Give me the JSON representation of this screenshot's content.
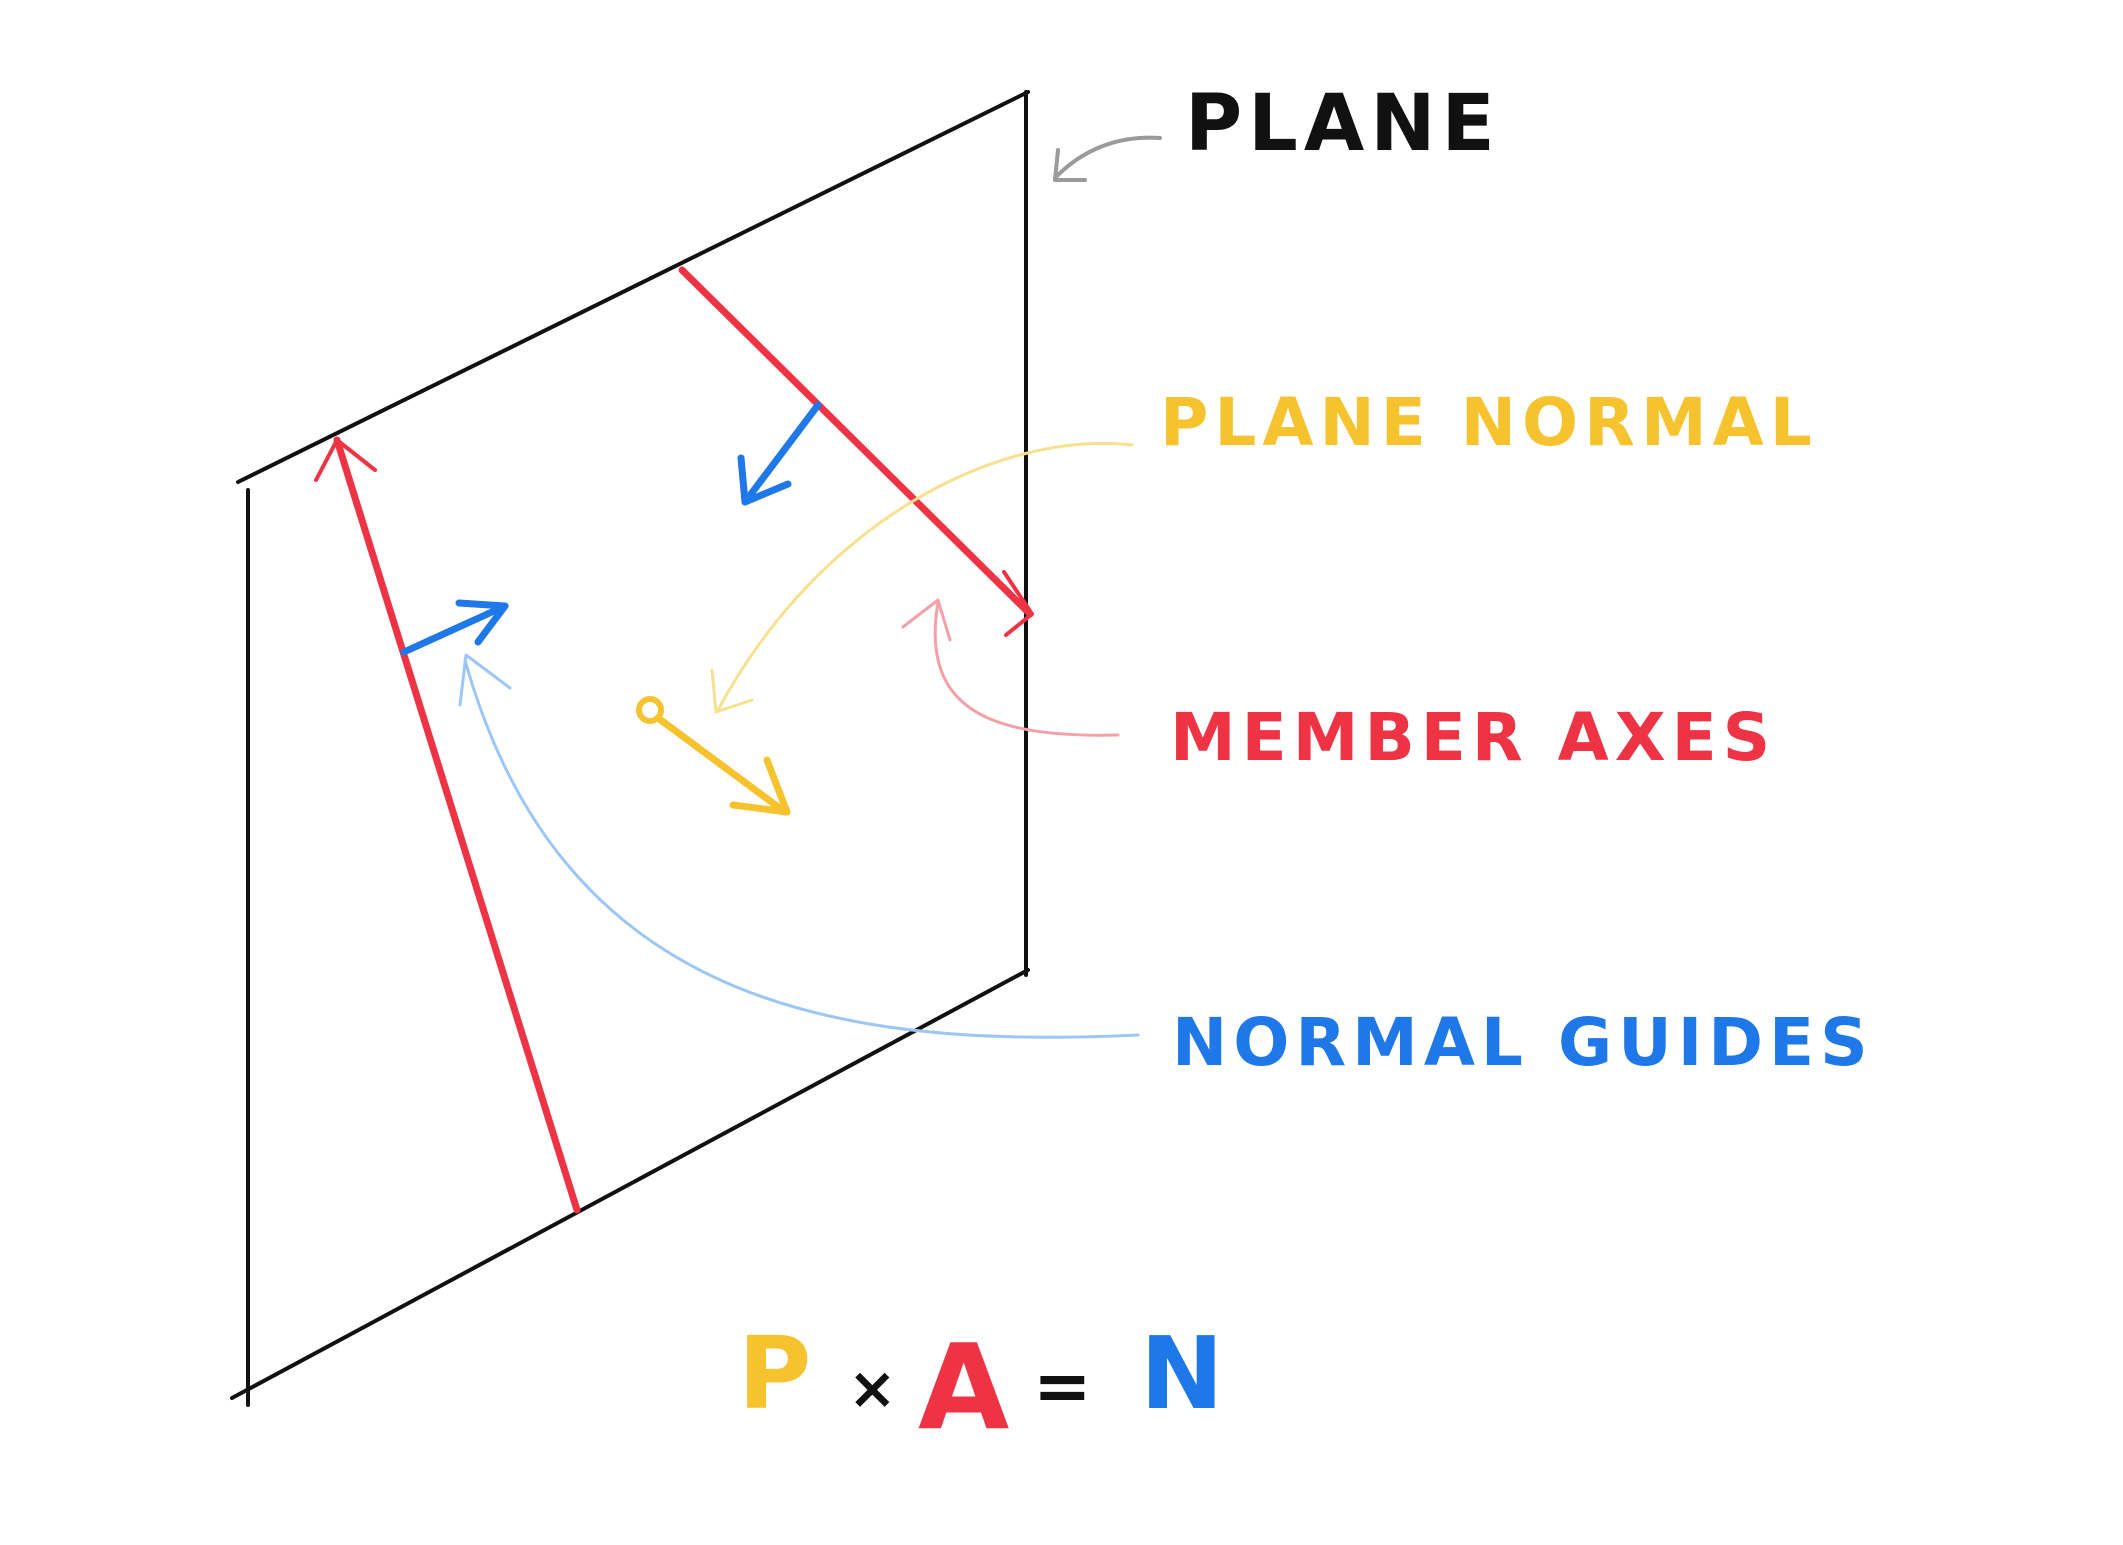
{
  "labels": {
    "plane": "PLANE",
    "plane_normal": "PLANE NORMAL",
    "member_axes": "MEMBER AXES",
    "normal_guides": "NORMAL GUIDES"
  },
  "equation": {
    "p": "P",
    "times": "×",
    "a": "A",
    "equals": "=",
    "n": "N"
  },
  "colors": {
    "plane": "#111111",
    "plane_pointer": "#9a9a9a",
    "plane_normal": "#f6c32f",
    "member_axes": "#ee3344",
    "normal_guides": "#1f78e8",
    "plane_normal_pointer": "#f8e08e",
    "member_axes_pointer": "#f4a0a6",
    "normal_guides_pointer": "#9cc6f4"
  }
}
